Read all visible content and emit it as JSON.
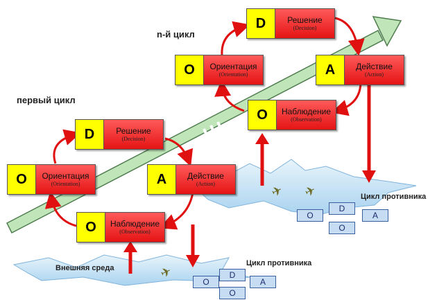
{
  "titles": {
    "first": "первый цикл",
    "nth": "n-й цикл"
  },
  "cards": {
    "decision": {
      "letter": "D",
      "ru": "Решение",
      "en": "(Decision)"
    },
    "orientation": {
      "letter": "O",
      "ru": "Ориентация",
      "en": "(Orientation)"
    },
    "action": {
      "letter": "A",
      "ru": "Действие",
      "en": "(Action)"
    },
    "observation": {
      "letter": "O",
      "ru": "Наблюдение",
      "en": "(Observation)"
    }
  },
  "environment_label": "Внешняя среда",
  "enemy_cycle_label": "Цикл противника",
  "enemy_letters": {
    "o": "O",
    "d": "D",
    "a": "A"
  },
  "colors": {
    "letter_box": "#ffff00",
    "label_box": "#ff3333",
    "arrow_red": "#e01010",
    "big_arrow": "#bfe5b9",
    "cloud": "#cfe7f7"
  }
}
